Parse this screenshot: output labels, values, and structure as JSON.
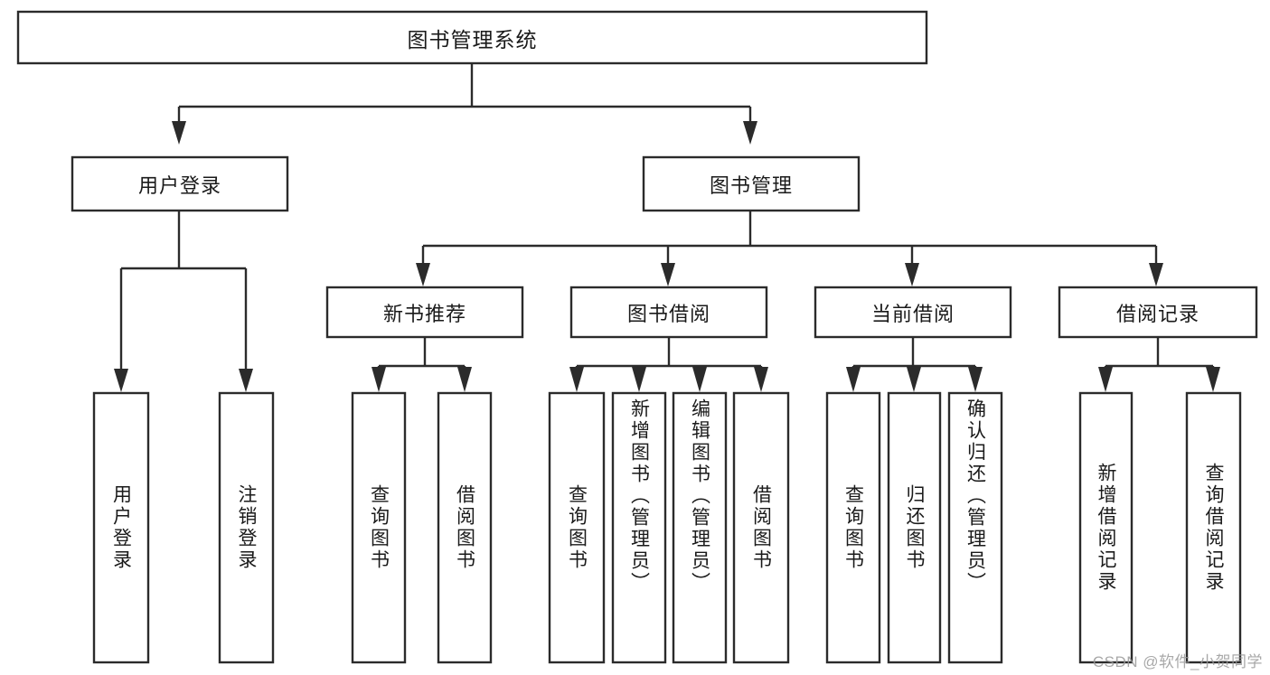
{
  "diagram": {
    "type": "hierarchy-tree",
    "title": "图书管理系统",
    "watermark": "CSDN @软件_小贺同学",
    "root": {
      "id": "root",
      "label": "图书管理系统"
    },
    "level2": [
      {
        "id": "user-login",
        "label": "用户登录"
      },
      {
        "id": "book-manage",
        "label": "图书管理"
      }
    ],
    "level3": [
      {
        "id": "new-book-recommend",
        "label": "新书推荐",
        "parent": "book-manage"
      },
      {
        "id": "book-borrow",
        "label": "图书借阅",
        "parent": "book-manage"
      },
      {
        "id": "current-borrow",
        "label": "当前借阅",
        "parent": "book-manage"
      },
      {
        "id": "borrow-record",
        "label": "借阅记录",
        "parent": "book-manage"
      }
    ],
    "leaves": {
      "user-login": [
        {
          "id": "leaf-user-login",
          "label": "用户登录"
        },
        {
          "id": "leaf-logout",
          "label": "注销登录"
        }
      ],
      "new-book-recommend": [
        {
          "id": "leaf-query-book-1",
          "label": "查询图书"
        },
        {
          "id": "leaf-borrow-book-1",
          "label": "借阅图书"
        }
      ],
      "book-borrow": [
        {
          "id": "leaf-query-book-2",
          "label": "查询图书"
        },
        {
          "id": "leaf-add-book",
          "label": "新增图书（管理员）"
        },
        {
          "id": "leaf-edit-book",
          "label": "编辑图书（管理员）"
        },
        {
          "id": "leaf-borrow-book-2",
          "label": "借阅图书"
        }
      ],
      "current-borrow": [
        {
          "id": "leaf-query-book-3",
          "label": "查询图书"
        },
        {
          "id": "leaf-return-book",
          "label": "归还图书"
        },
        {
          "id": "leaf-confirm-return",
          "label": "确认归还（管理员）"
        }
      ],
      "borrow-record": [
        {
          "id": "leaf-add-record",
          "label": "新增借阅记录"
        },
        {
          "id": "leaf-query-record",
          "label": "查询借阅记录"
        }
      ]
    },
    "colors": {
      "box_stroke": "#2b2b2b",
      "box_fill": "#ffffff",
      "text": "#1a1a1a",
      "connector": "#2b2b2b",
      "watermark": "#9a9a9a",
      "background": "#ffffff"
    }
  }
}
